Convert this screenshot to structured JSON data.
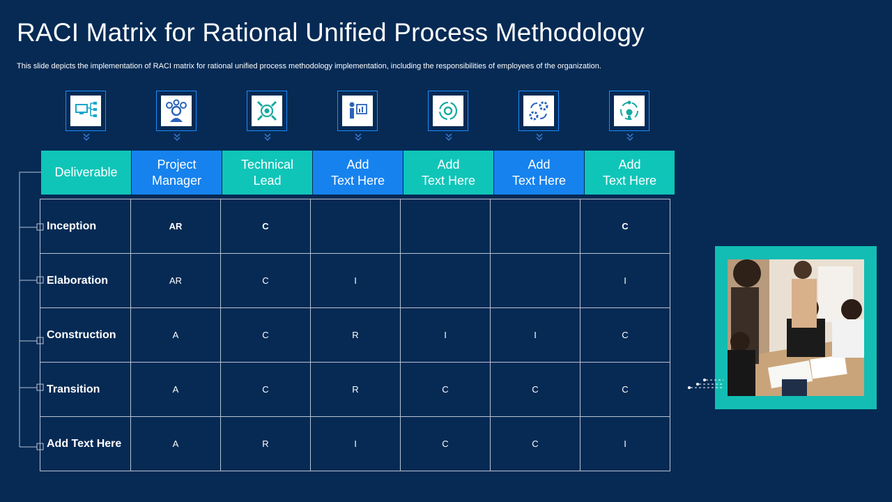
{
  "title": "RACI Matrix for Rational Unified Process Methodology",
  "subtitle": "This slide depicts the implementation of RACI matrix for rational unified process methodology implementation, including the responsibilities of employees of the organization.",
  "icons": [
    "monitor-flow-icon",
    "team-gear-icon",
    "target-tools-icon",
    "presenter-chart-icon",
    "recycle-gear-icon",
    "gears-exchange-icon",
    "bulb-gears-icon"
  ],
  "colors": {
    "background": "#062a54",
    "teal": "#0fc5b8",
    "blue": "#1682ee"
  },
  "columns": [
    "Deliverable",
    "Project\nManager",
    "Technical\nLead",
    "Add\nText Here",
    "Add\nText Here",
    "Add\nText Here",
    "Add\nText Here"
  ],
  "rows": [
    {
      "label": "Inception",
      "cells": [
        "AR",
        "C",
        "",
        "",
        "",
        "C"
      ]
    },
    {
      "label": "Elaboration",
      "cells": [
        "AR",
        "C",
        "I",
        "",
        "",
        "I"
      ]
    },
    {
      "label": "Construction",
      "cells": [
        "A",
        "C",
        "R",
        "I",
        "I",
        "C"
      ]
    },
    {
      "label": "Transition",
      "cells": [
        "A",
        "C",
        "R",
        "C",
        "C",
        "C"
      ]
    },
    {
      "label": "Add  Text Here",
      "cells": [
        "A",
        "R",
        "I",
        "C",
        "C",
        "I"
      ]
    }
  ]
}
